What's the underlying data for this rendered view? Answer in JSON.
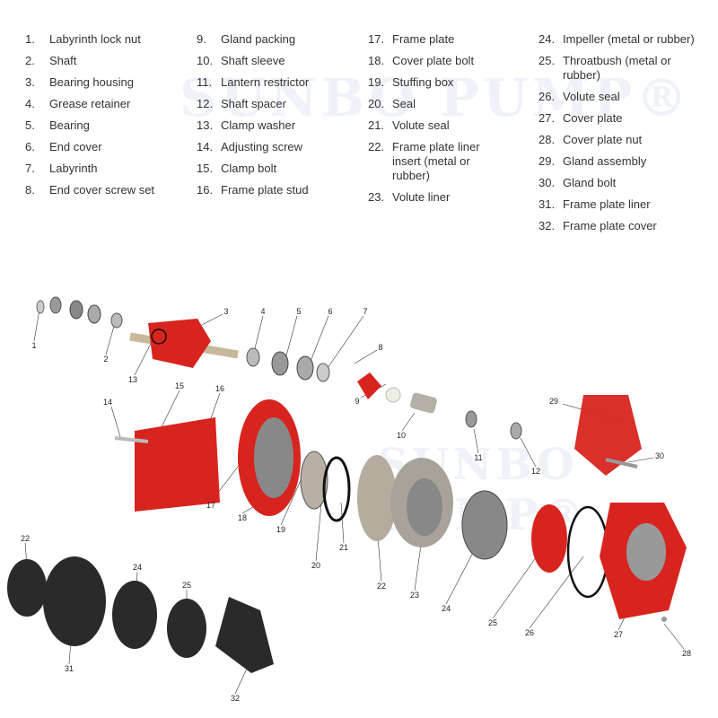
{
  "watermark": "SUNBO PUMP®",
  "legend": [
    [
      {
        "num": "1.",
        "label": "Labyrinth lock nut"
      },
      {
        "num": "2.",
        "label": "Shaft"
      },
      {
        "num": "3.",
        "label": "Bearing housing"
      },
      {
        "num": "4.",
        "label": "Grease retainer"
      },
      {
        "num": "5.",
        "label": "Bearing"
      },
      {
        "num": "6.",
        "label": "End cover"
      },
      {
        "num": "7.",
        "label": "Labyrinth"
      },
      {
        "num": "8.",
        "label": "End cover screw set"
      }
    ],
    [
      {
        "num": "9.",
        "label": "Gland packing"
      },
      {
        "num": "10.",
        "label": "Shaft sleeve"
      },
      {
        "num": "11.",
        "label": "Lantern restrictor"
      },
      {
        "num": "12.",
        "label": "Shaft spacer"
      },
      {
        "num": "13.",
        "label": "Clamp washer"
      },
      {
        "num": "14.",
        "label": "Adjusting screw"
      },
      {
        "num": "15.",
        "label": "Clamp bolt"
      },
      {
        "num": "16.",
        "label": "Frame plate stud"
      }
    ],
    [
      {
        "num": "17.",
        "label": "Frame plate"
      },
      {
        "num": "18.",
        "label": "Cover plate bolt"
      },
      {
        "num": "19.",
        "label": "Stuffing box"
      },
      {
        "num": "20.",
        "label": "Seal"
      },
      {
        "num": "21.",
        "label": "Volute seal"
      },
      {
        "num": "22.",
        "label": "Frame plate liner insert (metal or rubber)"
      },
      {
        "num": "23.",
        "label": "Volute liner"
      }
    ],
    [
      {
        "num": "24.",
        "label": "Impeller (metal or rubber)"
      },
      {
        "num": "25.",
        "label": "Throatbush (metal or rubber)"
      },
      {
        "num": "26.",
        "label": "Volute seal"
      },
      {
        "num": "27.",
        "label": "Cover plate"
      },
      {
        "num": "28.",
        "label": "Cover plate nut"
      },
      {
        "num": "29.",
        "label": "Gland assembly"
      },
      {
        "num": "30.",
        "label": "Gland bolt"
      },
      {
        "num": "31.",
        "label": "Frame plate liner"
      },
      {
        "num": "32.",
        "label": "Frame plate cover"
      }
    ]
  ],
  "callouts": [
    "1",
    "2",
    "3",
    "4",
    "5",
    "6",
    "7",
    "8",
    "9",
    "10",
    "11",
    "12",
    "13",
    "14",
    "15",
    "16",
    "17",
    "18",
    "19",
    "20",
    "21",
    "22",
    "23",
    "24",
    "25",
    "26",
    "27",
    "28",
    "29",
    "30",
    "31",
    "32",
    "22",
    "24",
    "25"
  ],
  "colors": {
    "red": "#d8241f",
    "metal": "#a9a9a9",
    "rubber": "#2a2a2a"
  }
}
